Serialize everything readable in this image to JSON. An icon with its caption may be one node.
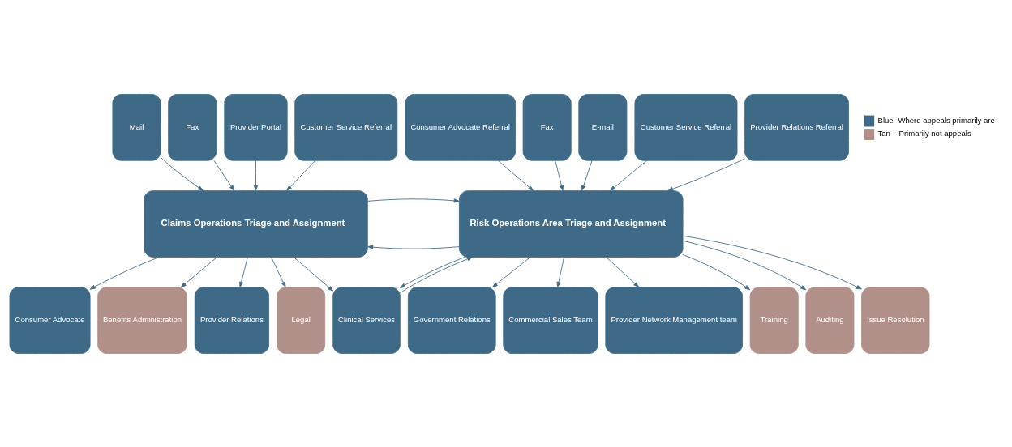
{
  "diagram": {
    "nodes": [
      {
        "text": [
          "Mail"
        ]
      },
      {
        "text": [
          "Fax"
        ]
      },
      {
        "text": [
          "Provider Portal"
        ]
      },
      {
        "text": [
          "Customer Service Referral"
        ]
      },
      {
        "text": [
          "Consumer Advocate Referral"
        ]
      },
      {
        "text": [
          "Fax"
        ]
      },
      {
        "text": [
          "E-mail"
        ]
      },
      {
        "text": [
          "Customer Service Referral"
        ]
      },
      {
        "text": [
          "Provider Relations Referral"
        ]
      },
      {
        "text": [
          "Claims Operations Triage and Assignment"
        ]
      },
      {
        "text": [
          "Risk Operations Area Triage and Assignment"
        ]
      },
      {
        "text": [
          "Consumer Advocate"
        ]
      },
      {
        "text": [
          "Benefits Administration"
        ]
      },
      {
        "text": [
          "Provider Relations"
        ]
      },
      {
        "text": [
          "Legal"
        ]
      },
      {
        "text": [
          "Clinical Services"
        ]
      },
      {
        "text": [
          "Government Relations"
        ]
      },
      {
        "text": [
          "Commercial Sales Team"
        ]
      },
      {
        "text": [
          "Provider Network Management team"
        ]
      },
      {
        "text": [
          "Training"
        ]
      },
      {
        "text": [
          "Auditing"
        ]
      },
      {
        "text": [
          "Issue Resolution"
        ]
      }
    ],
    "edges": [
      {
        "from": 0,
        "to": 9,
        "arrow": "to"
      },
      {
        "from": 1,
        "to": 9,
        "arrow": "to"
      },
      {
        "from": 2,
        "to": 9,
        "arrow": "to"
      },
      {
        "from": 3,
        "to": 9,
        "arrow": "to"
      },
      {
        "from": 4,
        "to": 10,
        "arrow": "to"
      },
      {
        "from": 5,
        "to": 10,
        "arrow": "to"
      },
      {
        "from": 6,
        "to": 10,
        "arrow": "to"
      },
      {
        "from": 7,
        "to": 10,
        "arrow": "to"
      },
      {
        "from": 8,
        "to": 10,
        "arrow": "to"
      },
      {
        "from": 10,
        "to": 9,
        "arrow": "to"
      },
      {
        "from": 9,
        "to": 10,
        "arrow": "to"
      },
      {
        "from": 15,
        "to": 10,
        "arrow": "to"
      },
      {
        "from": 10,
        "to": 15,
        "arrow": "to"
      },
      {
        "from": 9,
        "to": 11,
        "arrow": "to"
      },
      {
        "from": 9,
        "to": 12,
        "arrow": "to"
      },
      {
        "from": 9,
        "to": 13,
        "arrow": "to"
      },
      {
        "from": 9,
        "to": 14,
        "arrow": "to"
      },
      {
        "from": 9,
        "to": 15,
        "arrow": "to"
      },
      {
        "from": 10,
        "to": 16,
        "arrow": "to"
      },
      {
        "from": 10,
        "to": 17,
        "arrow": "to"
      },
      {
        "from": 10,
        "to": 18,
        "arrow": "to"
      },
      {
        "from": 10,
        "to": 19,
        "arrow": "to"
      },
      {
        "from": 10,
        "to": 20,
        "arrow": "to"
      },
      {
        "from": 10,
        "to": 21,
        "arrow": "to"
      }
    ],
    "legend": [
      {
        "text": "Blue- Where appeals primarily are",
        "color": "#3e6a87"
      },
      {
        "text": "Tan – Primarily not appeals",
        "color": "#b09088"
      }
    ]
  }
}
